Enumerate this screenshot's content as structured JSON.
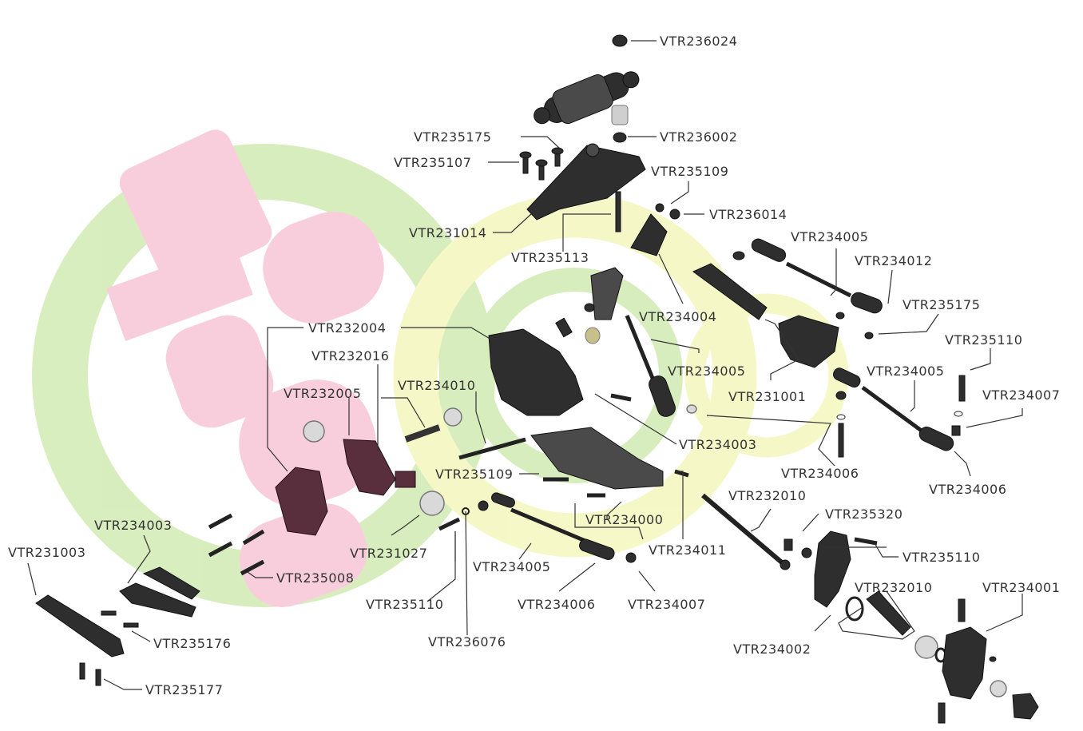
{
  "colors": {
    "label": "#333333",
    "part_dark": "#2e2e2e",
    "part_maroon": "#5a2f3d",
    "watermark_pink": "#f4a7c0",
    "watermark_green": "#b9e08a",
    "watermark_yellow": "#eef29a"
  },
  "labels": [
    {
      "id": "l1",
      "text": "VTR236024"
    },
    {
      "id": "l2",
      "text": "VTR235175"
    },
    {
      "id": "l3",
      "text": "VTR236002"
    },
    {
      "id": "l4",
      "text": "VTR235107"
    },
    {
      "id": "l5",
      "text": "VTR235109"
    },
    {
      "id": "l6",
      "text": "VTR236014"
    },
    {
      "id": "l7",
      "text": "VTR231014"
    },
    {
      "id": "l8",
      "text": "VTR235113"
    },
    {
      "id": "l9",
      "text": "VTR234005"
    },
    {
      "id": "l10",
      "text": "VTR234012"
    },
    {
      "id": "l11",
      "text": "VTR234004"
    },
    {
      "id": "l12",
      "text": "VTR235175"
    },
    {
      "id": "l13",
      "text": "VTR232004"
    },
    {
      "id": "l14",
      "text": "VTR235110"
    },
    {
      "id": "l15",
      "text": "VTR232016"
    },
    {
      "id": "l16",
      "text": "VTR234005"
    },
    {
      "id": "l17",
      "text": "VTR234005"
    },
    {
      "id": "l18",
      "text": "VTR231001"
    },
    {
      "id": "l19",
      "text": "VTR232005"
    },
    {
      "id": "l20",
      "text": "VTR234010"
    },
    {
      "id": "l21",
      "text": "VTR234007"
    },
    {
      "id": "l22",
      "text": "VTR234003"
    },
    {
      "id": "l23",
      "text": "VTR234006"
    },
    {
      "id": "l24",
      "text": "VTR235109"
    },
    {
      "id": "l25",
      "text": "VTR234006"
    },
    {
      "id": "l26",
      "text": "VTR232010"
    },
    {
      "id": "l27",
      "text": "VTR234003"
    },
    {
      "id": "l28",
      "text": "VTR234000"
    },
    {
      "id": "l29",
      "text": "VTR235320"
    },
    {
      "id": "l30",
      "text": "VTR231003"
    },
    {
      "id": "l31",
      "text": "VTR234011"
    },
    {
      "id": "l32",
      "text": "VTR231027"
    },
    {
      "id": "l33",
      "text": "VTR235110"
    },
    {
      "id": "l34",
      "text": "VTR234005"
    },
    {
      "id": "l35",
      "text": "VTR235008"
    },
    {
      "id": "l36",
      "text": "VTR232010"
    },
    {
      "id": "l37",
      "text": "VTR234001"
    },
    {
      "id": "l38",
      "text": "VTR235110"
    },
    {
      "id": "l39",
      "text": "VTR234006"
    },
    {
      "id": "l40",
      "text": "VTR234007"
    },
    {
      "id": "l41",
      "text": "VTR236076"
    },
    {
      "id": "l42",
      "text": "VTR235176"
    },
    {
      "id": "l43",
      "text": "VTR234002"
    },
    {
      "id": "l44",
      "text": "VTR235177"
    }
  ]
}
